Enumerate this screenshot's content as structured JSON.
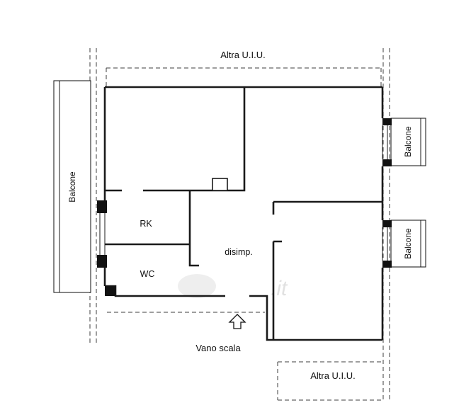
{
  "plan": {
    "neighbors": {
      "top": "Altra U.I.U.",
      "bottom_right": "Altra U.I.U."
    },
    "stairwell_label": "Vano scala",
    "rooms": {
      "kitchenette": "RK",
      "bathroom": "WC",
      "hallway": "disimp."
    },
    "balconies": {
      "left": "Balcone",
      "right_top": "Balcone",
      "right_bottom": "Balcone"
    },
    "icons": {
      "entrance_arrow": "up-arrow"
    },
    "watermark": ".it",
    "colors": {
      "wall": "#1a1a1a",
      "dashed_boundary": "#3c3c3c",
      "background": "#ffffff",
      "watermark": "#dcdcdc"
    }
  }
}
